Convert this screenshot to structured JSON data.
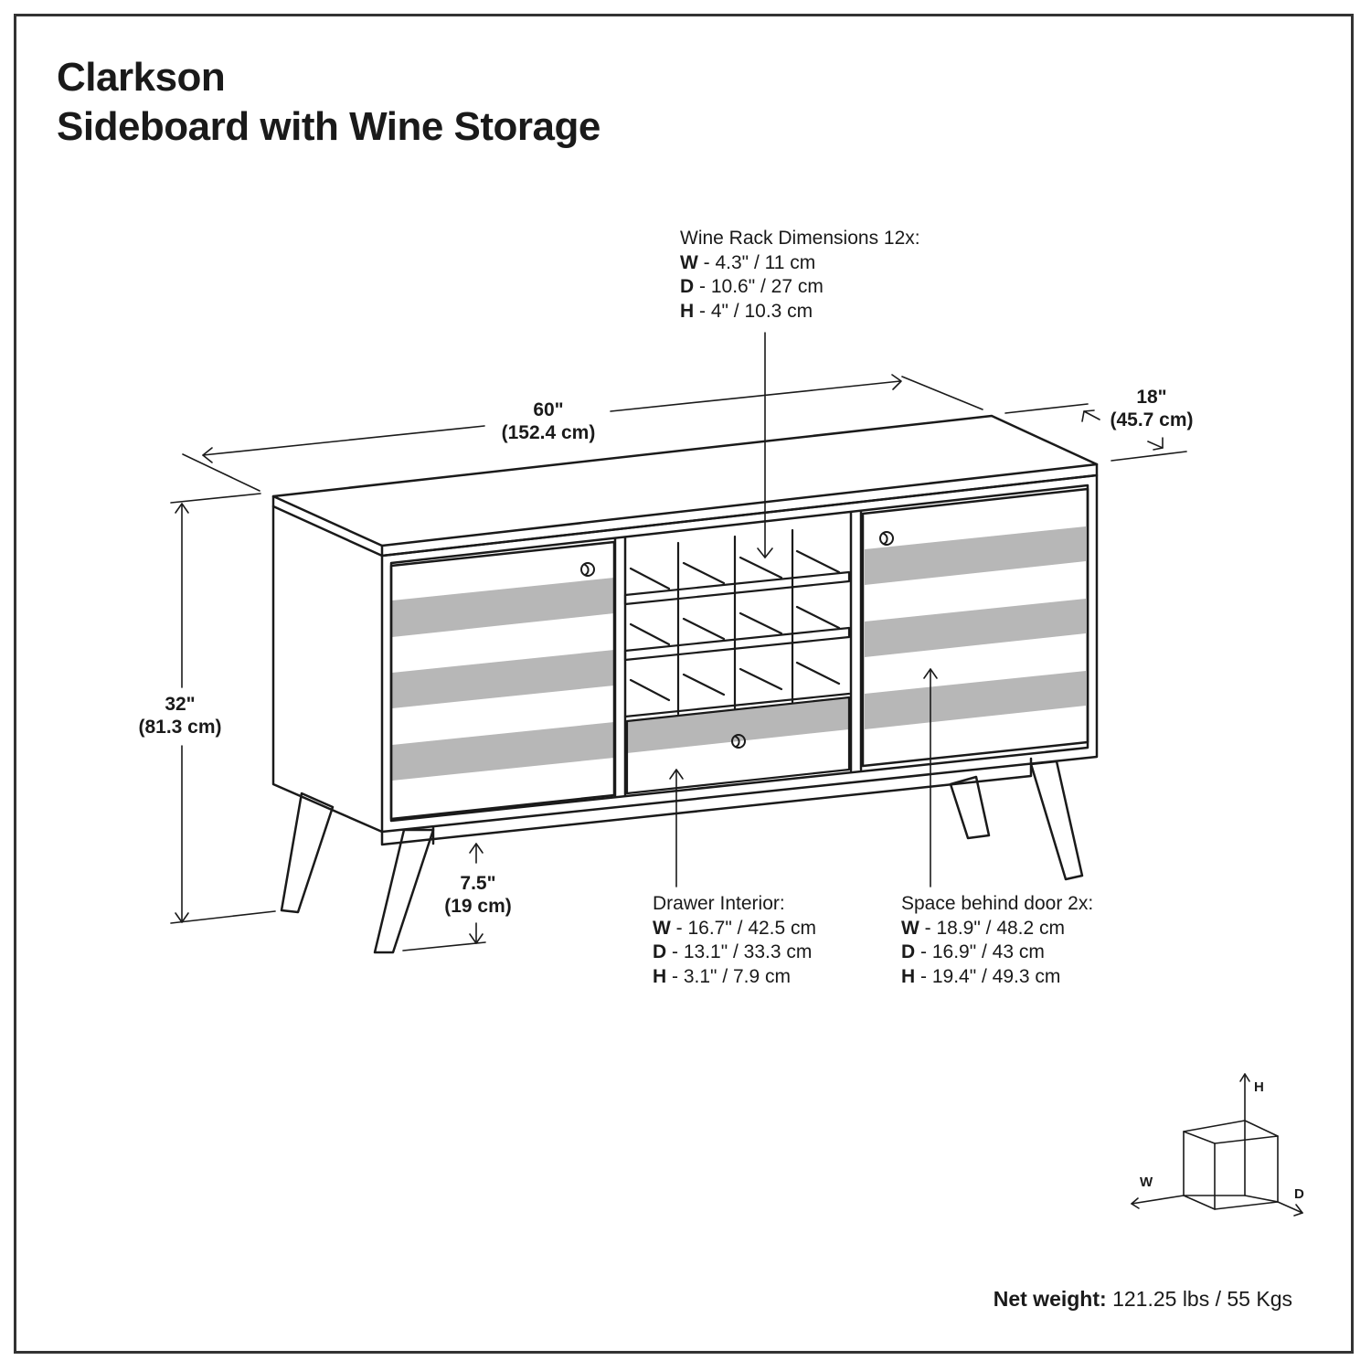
{
  "title": {
    "line1": "Clarkson",
    "line2": "Sideboard with Wine Storage"
  },
  "wine_rack": {
    "heading": "Wine Rack Dimensions 12x:",
    "w_key": "W",
    "w_val": " - 4.3\" / 11 cm",
    "d_key": "D",
    "d_val": " - 10.6\" / 27 cm",
    "h_key": "H",
    "h_val": " - 4\" / 10.3 cm"
  },
  "drawer": {
    "heading": "Drawer Interior:",
    "w_key": "W",
    "w_val": " - 16.7\" / 42.5 cm",
    "d_key": "D",
    "d_val": " - 13.1\" / 33.3 cm",
    "h_key": "H",
    "h_val": " - 3.1\" / 7.9 cm"
  },
  "door_space": {
    "heading": "Space behind door 2x:",
    "w_key": "W",
    "w_val": " - 18.9\" / 48.2 cm",
    "d_key": "D",
    "d_val": " - 16.9\" / 43 cm",
    "h_key": "H",
    "h_val": " - 19.4\" / 49.3 cm"
  },
  "dimensions": {
    "width_in": "60\"",
    "width_cm": "(152.4 cm)",
    "depth_in": "18\"",
    "depth_cm": "(45.7 cm)",
    "height_in": "32\"",
    "height_cm": "(81.3 cm)",
    "leg_in": "7.5\"",
    "leg_cm": "(19 cm)"
  },
  "axes": {
    "h": "H",
    "w": "W",
    "d": "D"
  },
  "weight": {
    "label": "Net weight:",
    "value": " 121.25 lbs / 55 Kgs"
  },
  "colors": {
    "line": "#1a1a1a",
    "stripe": "#b7b7b7",
    "frame": "#333333"
  }
}
